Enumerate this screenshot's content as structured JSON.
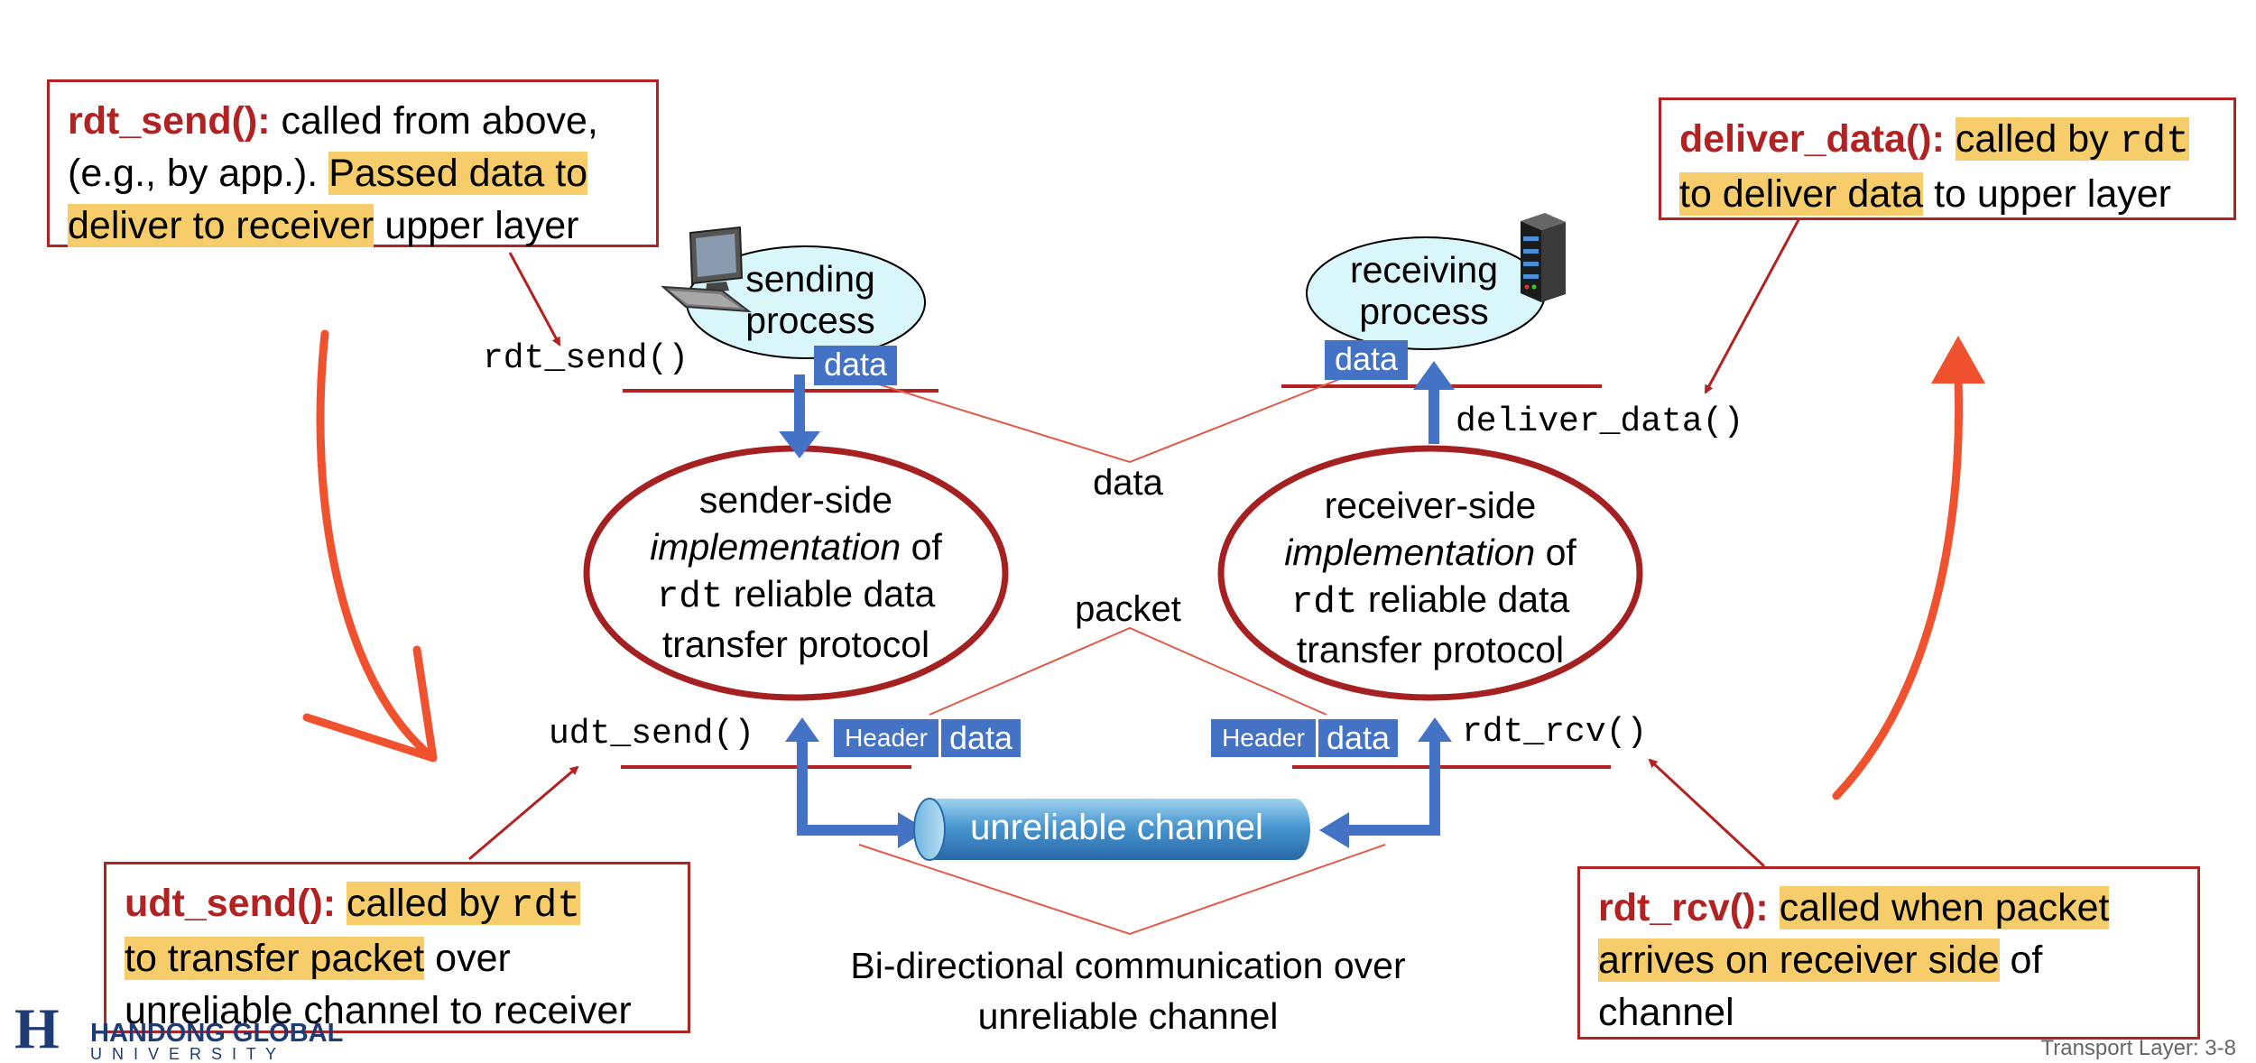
{
  "callouts": {
    "rdt_send": {
      "fn": "rdt_send():",
      "line1_rest": " called from above,",
      "line2_plain": "(e.g., by app.). ",
      "line2_hl": "Passed data to",
      "line3_hl": "deliver to receiver",
      "line3_rest": " upper layer"
    },
    "deliver_data": {
      "fn": "deliver_data():",
      "line1_hl_a": "called by ",
      "line1_hl_mono": "rdt",
      "line2_hl": "to deliver data",
      "line2_rest": " to upper layer"
    },
    "udt_send": {
      "fn": "udt_send():",
      "line1_hl_a": "called by ",
      "line1_hl_mono": "rdt",
      "line2_hl": "to transfer packet",
      "line2_rest": " over",
      "line3": "unreliable channel to receiver"
    },
    "rdt_rcv": {
      "fn": "rdt_rcv():",
      "line1_hl": "called when packet",
      "line2_hl": "arrives on receiver side",
      "line2_rest": " of",
      "line3": "channel"
    }
  },
  "api": {
    "rdt_send": "rdt_send()",
    "deliver_data": "deliver_data()",
    "udt_send": "udt_send()",
    "rdt_rcv": "rdt_rcv()"
  },
  "processes": {
    "sending": [
      "sending",
      "process"
    ],
    "receiving": [
      "receiving",
      "process"
    ]
  },
  "sender_impl": {
    "l1": "sender-side",
    "l2_it": "implementation",
    "l2_rest": " of",
    "l3_mono": "rdt",
    "l3_rest": " reliable data",
    "l4": "transfer protocol"
  },
  "receiver_impl": {
    "l1": "receiver-side",
    "l2_it": "implementation",
    "l2_rest": " of",
    "l3_mono": "rdt",
    "l3_rest": "  reliable data",
    "l4": "transfer protocol"
  },
  "labels": {
    "data": "data",
    "packet": "packet",
    "channel": "unreliable channel",
    "bidir_l1": "Bi-directional communication over",
    "bidir_l2": "unreliable channel"
  },
  "tags": {
    "data": "data",
    "header": "Header"
  },
  "footer": {
    "page": "Transport Layer: 3-8",
    "logo_mark": "H",
    "logo_line1": "HANDONG GLOBAL",
    "logo_line2": "U N I V E R S I T Y"
  },
  "colors": {
    "callout_border": "#b22222",
    "function_name": "#b22222",
    "highlight": "#f7cd6b",
    "ellipse_border": "#b22222",
    "process_fill": "#d9f6fa",
    "blue_arrow": "#4472c4",
    "orange_arrow": "#f0522f",
    "tag_fill": "#4472c4"
  },
  "icons": {
    "sender": "desktop-computer-icon",
    "receiver": "server-tower-icon"
  }
}
